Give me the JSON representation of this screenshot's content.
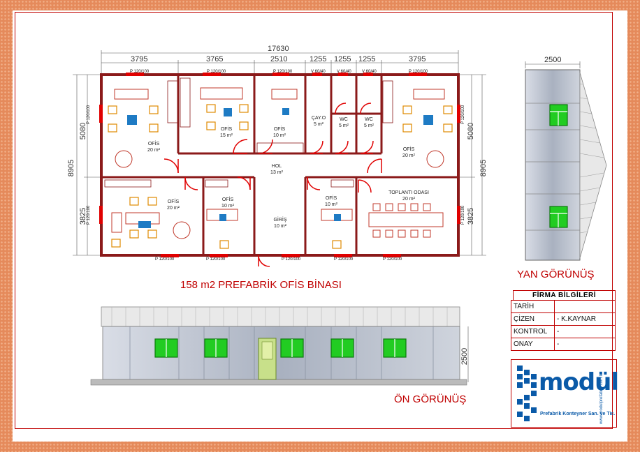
{
  "title": "158 m2 PREFABRİK OFİS BİNASI",
  "views": {
    "front": "ÖN GÖRÜNÜŞ",
    "side": "YAN GÖRÜNÜŞ"
  },
  "dimensions": {
    "total_width": "17630",
    "top_segments": [
      "3795",
      "3765",
      "2510",
      "1255",
      "1255",
      "1255",
      "3795"
    ],
    "left_upper": "5080",
    "left_lower": "3825",
    "left_total": "8905",
    "right_upper": "5080",
    "right_lower": "3825",
    "right_total": "8905",
    "side_width": "2500",
    "front_height": "2500"
  },
  "rooms": [
    {
      "name": "OFİS",
      "area": "20 m²"
    },
    {
      "name": "OFİS",
      "area": "15 m²"
    },
    {
      "name": "OFİS",
      "area": "10 m²"
    },
    {
      "name": "ÇAY.O",
      "area": "5 m²"
    },
    {
      "name": "WC",
      "area": "5 m²"
    },
    {
      "name": "WC",
      "area": "5 m²"
    },
    {
      "name": "OFİS",
      "area": "20 m²"
    },
    {
      "name": "HOL",
      "area": "13 m²"
    },
    {
      "name": "OFİS",
      "area": "20 m²"
    },
    {
      "name": "OFİS",
      "area": "10 m²"
    },
    {
      "name": "GİRİŞ",
      "area": "10 m²"
    },
    {
      "name": "OFİS",
      "area": "10 m²"
    },
    {
      "name": "TOPLANTI ODASI",
      "area": "20 m²"
    }
  ],
  "window_labels": {
    "p": "P 120/100",
    "v": "V 60/40"
  },
  "title_block": {
    "header": "FİRMA BİLGİLERİ",
    "rows": [
      {
        "label": "TARİH",
        "value": ""
      },
      {
        "label": "ÇİZEN",
        "value": "- K.KAYNAR"
      },
      {
        "label": "KONTROL",
        "value": "-"
      },
      {
        "label": "ONAY",
        "value": "-"
      }
    ]
  },
  "logo": {
    "word": "modül",
    "subtitle": "Prefabrik Konteyner San. ve Tic.",
    "url": "www.modulprefabrik.com.tr"
  },
  "colors": {
    "wall": "#8b1a1a",
    "door": "#e00000",
    "window_green": "#22cc22",
    "frame": "#e58a5b"
  }
}
